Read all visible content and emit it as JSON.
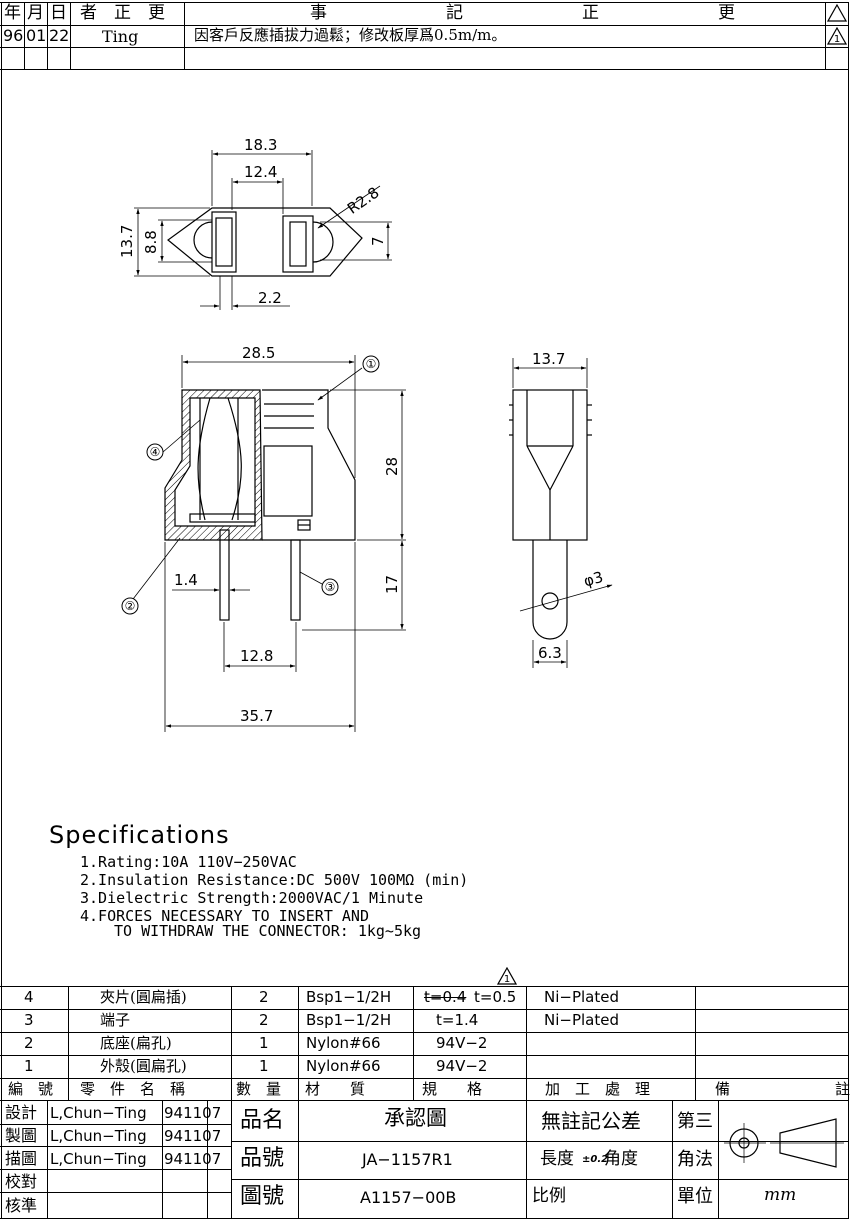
{
  "revision": {
    "headers": {
      "year": "年",
      "month": "月",
      "day": "日",
      "author": "者　正　更",
      "matter": "事　　　　　　　記　　　　　　　正　　　　　　　更"
    },
    "row": {
      "year": "96",
      "month": "01",
      "day": "22",
      "author": "Ting",
      "desc": "因客戶反應插拔力過鬆；修改板厚爲0.5m/m。"
    }
  },
  "drawing": {
    "top_view": {
      "w_overall": "18.3",
      "w_slots": "12.4",
      "radius": "R2.8",
      "h_overall": "13.7",
      "h_inner": "8.8",
      "h_right": "7",
      "gap": "2.2"
    },
    "front_view": {
      "width": "28.5",
      "height": "28",
      "pin_len": "17",
      "pin_thk": "1.4",
      "pin_pitch": "12.8",
      "total": "35.7",
      "b1": "①",
      "b2": "②",
      "b3": "③",
      "b4": "④"
    },
    "side_view": {
      "width": "13.7",
      "hole": "φ3",
      "pin_w": "6.3"
    }
  },
  "specifications": {
    "title": "Specifications",
    "items": [
      "1.Rating:10A 110V−250VAC",
      "2.Insulation Resistance:DC 500V 100MΩ (min)",
      "3.Dielectric Strength:2000VAC/1 Minute",
      "4.FORCES NECESSARY TO INSERT AND",
      "TO WITHDRAW THE CONNECTOR: 1kg~5kg"
    ]
  },
  "bom": {
    "rows": [
      {
        "no": "4",
        "name": "夾片(圓扁插)",
        "qty": "2",
        "mat": "Bsp1−1/2H",
        "spec_old": "t=0.4",
        "spec": "t=0.5",
        "proc": "Ni−Plated",
        "note": ""
      },
      {
        "no": "3",
        "name": "端子",
        "qty": "2",
        "mat": "Bsp1−1/2H",
        "spec_old": "",
        "spec": "t=1.4",
        "proc": "Ni−Plated",
        "note": ""
      },
      {
        "no": "2",
        "name": "底座(扁孔)",
        "qty": "1",
        "mat": "Nylon#66",
        "spec_old": "",
        "spec": "94V−2",
        "proc": "",
        "note": ""
      },
      {
        "no": "1",
        "name": "外殼(圓扁孔)",
        "qty": "1",
        "mat": "Nylon#66",
        "spec_old": "",
        "spec": "94V−2",
        "proc": "",
        "note": ""
      }
    ],
    "headers": {
      "no": "編　號",
      "name": "零　件　名　稱",
      "qty": "數　量",
      "mat": "材　　質",
      "spec": "規　　格",
      "proc": "加　工　處　理",
      "note": "備　　　　　　　註"
    }
  },
  "title_block": {
    "roles": [
      "設計",
      "製圖",
      "描圖",
      "校對",
      "核準"
    ],
    "names": [
      "L,Chun−Ting",
      "L,Chun−Ting",
      "L,Chun−Ting",
      "",
      ""
    ],
    "dates": [
      "941107",
      "941107",
      "941107",
      "",
      ""
    ],
    "product_name_label": "品名",
    "product_name": "承認圖",
    "part_no_label": "品號",
    "part_no": "JA−1157R1",
    "drawing_no_label": "圖號",
    "drawing_no": "A1157−00B",
    "tolerance": "無註記公差",
    "length_label": "長度",
    "length_tol": "±0.2",
    "angle_label": "角度",
    "scale_label": "比例",
    "scale": "",
    "projection_a": "第三",
    "projection_b": "角法",
    "unit_label": "單位",
    "unit": "mm"
  }
}
